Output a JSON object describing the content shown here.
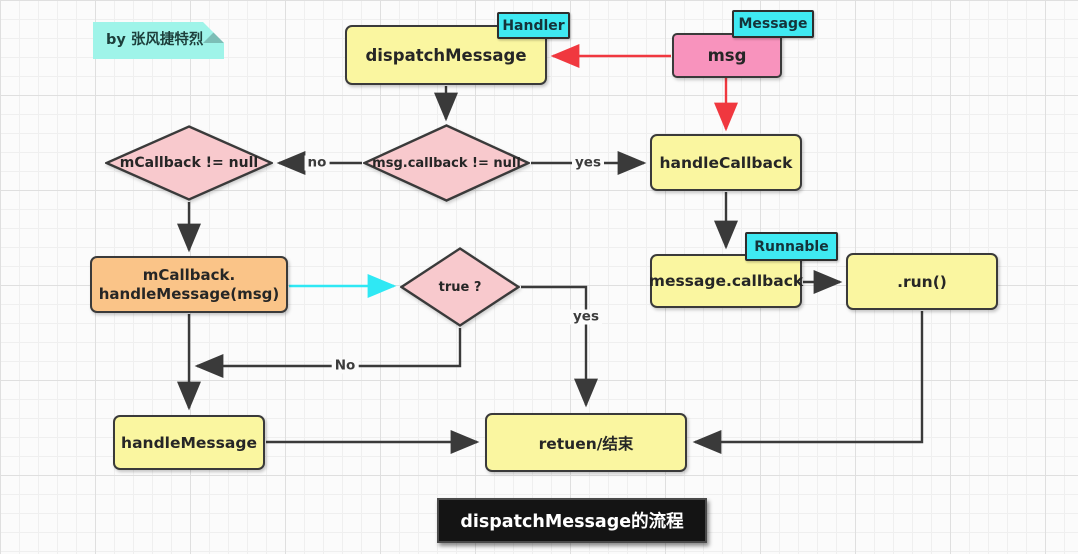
{
  "note": {
    "text": "by 张风捷特烈"
  },
  "title": {
    "text": "dispatchMessage的流程"
  },
  "tags": {
    "handler": "Handler",
    "message": "Message",
    "runnable": "Runnable"
  },
  "nodes": {
    "dispatch_message": {
      "label": "dispatchMessage"
    },
    "msg": {
      "label": "msg"
    },
    "msg_callback_check": {
      "label": "msg.callback != null"
    },
    "mcallback_check": {
      "label": "mCallback != null"
    },
    "handle_callback": {
      "label": "handleCallback"
    },
    "message_callback": {
      "label": "message.callback"
    },
    "run": {
      "label": ".run()"
    },
    "mcallback_handler": {
      "line1": "mCallback.",
      "line2": "handleMessage(msg)"
    },
    "true_check": {
      "label": "true ?"
    },
    "handle_message": {
      "label": "handleMessage"
    },
    "return_end": {
      "label": "retuen/结束"
    }
  },
  "edge_labels": {
    "no": "no",
    "yes": "yes",
    "yes_down": "yes",
    "no_branch": "No"
  },
  "colors": {
    "yellow": "#FAF6A0",
    "pink_light": "#F8C9CD",
    "pink": "#F893BD",
    "orange": "#FAC488",
    "cyan": "#3FE9F2",
    "aqua": "#9FF4E9",
    "red": "#F0383F",
    "cyan_arrow": "#2FE8F4",
    "stroke": "#3A3A3A",
    "title_bg": "#141414",
    "title_text": "#FFFFFF"
  }
}
